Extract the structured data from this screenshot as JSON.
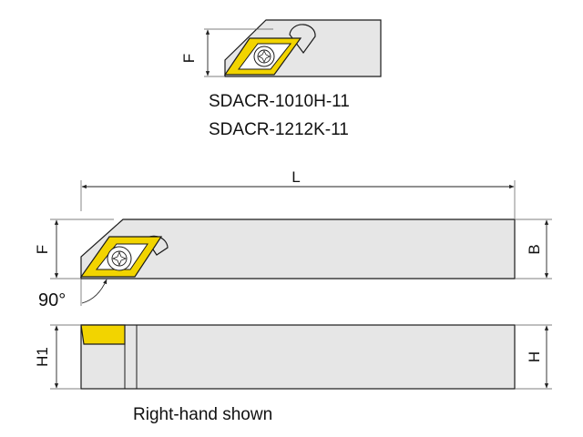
{
  "models": [
    "SDACR-1010H-11",
    "SDACR-1212K-11"
  ],
  "dimensions": {
    "top_f": "F",
    "length": "L",
    "side_f": "F",
    "width": "B",
    "height": "H",
    "height1": "H1"
  },
  "angle": "90°",
  "caption": "Right-hand shown",
  "colors": {
    "insert": "#f2d400",
    "body": "#e6e6e6",
    "line": "#1a1a1a"
  },
  "icons": {
    "screw": "torx-screw-icon"
  }
}
